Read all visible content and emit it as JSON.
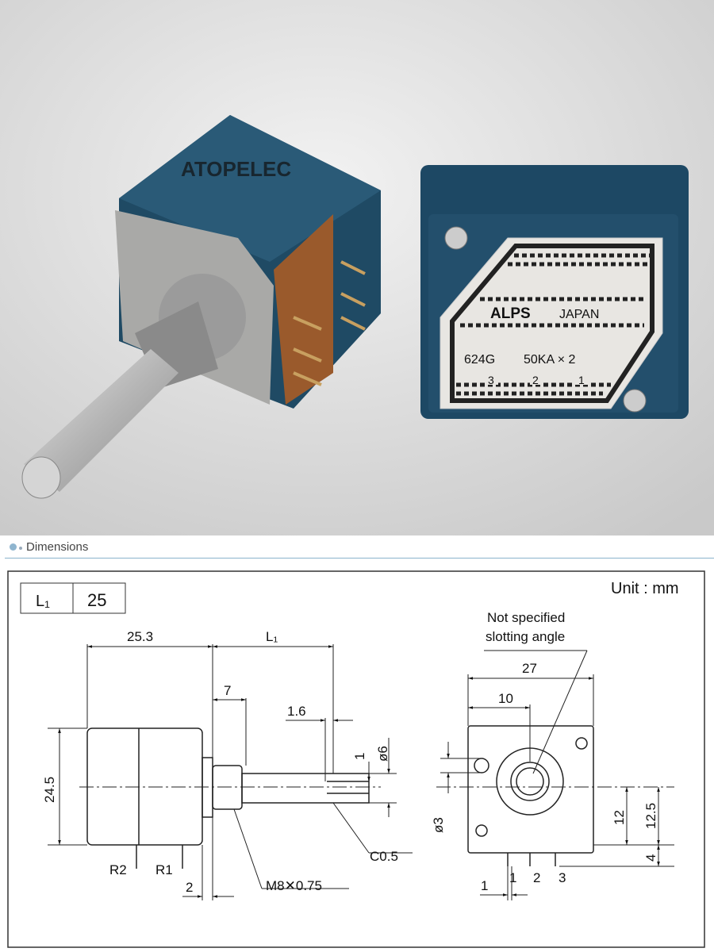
{
  "photo": {
    "watermark": "ATOPELEC",
    "label": {
      "brand": "ALPS",
      "origin": "JAPAN",
      "model": "624G",
      "value": "50KA × 2",
      "pins": [
        "3",
        "2",
        "1"
      ]
    }
  },
  "section": {
    "title": "Dimensions"
  },
  "drawing": {
    "unit": "Unit : mm",
    "table": {
      "key": "L₁",
      "value": "25"
    },
    "side_view": {
      "body_length": "25.3",
      "shaft_length": "L₁",
      "bushing": "7",
      "slot": "1.6",
      "shaft_dia": "ø6",
      "slot_width": "1",
      "height": "24.5",
      "chamfer": "C0.5",
      "thread": "M8✕0.75",
      "pin_offset": "2",
      "pin_r2": "R2",
      "pin_r1": "R1"
    },
    "front_view": {
      "note_line1": "Not specified",
      "note_line2": "slotting angle",
      "width": "27",
      "center_offset": "10",
      "locator_dia": "ø3",
      "center_height": "12",
      "pin_height": "12.5",
      "pin_length": "4",
      "pin_pitch": "1",
      "pins": [
        "1",
        "2",
        "3"
      ]
    }
  }
}
